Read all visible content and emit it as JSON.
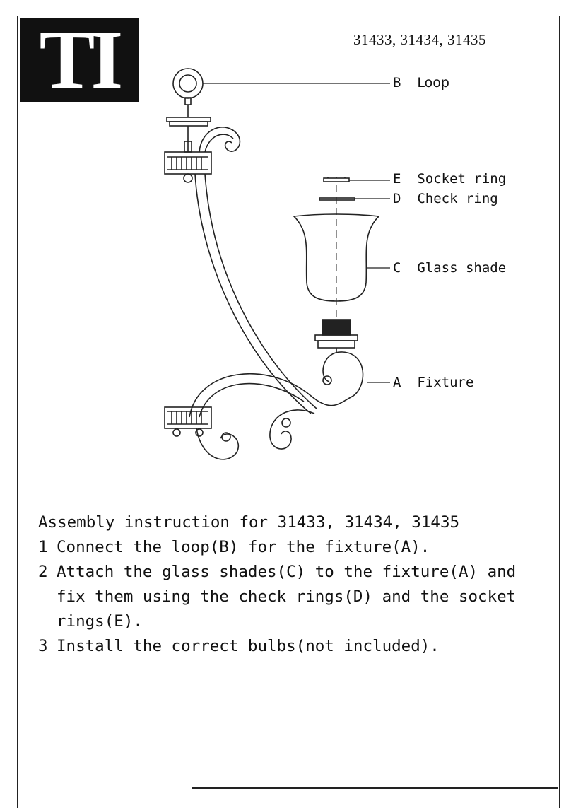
{
  "logo": {
    "text": "TI"
  },
  "models": "31433, 31434, 31435",
  "labels": {
    "b": {
      "letter": "B",
      "name": "Loop"
    },
    "e": {
      "letter": "E",
      "name": "Socket ring"
    },
    "d": {
      "letter": "D",
      "name": "Check ring"
    },
    "c": {
      "letter": "C",
      "name": "Glass shade"
    },
    "a": {
      "letter": "A",
      "name": "Fixture"
    }
  },
  "instructions": {
    "title": "Assembly instruction for 31433, 31434, 31435",
    "steps": [
      {
        "num": "1",
        "text": "Connect the loop(B) for the fixture(A)."
      },
      {
        "num": "2",
        "text": "Attach the glass shades(C) to the fixture(A) and fix them using the check rings(D) and the socket rings(E)."
      },
      {
        "num": "3",
        "text": "Install the correct bulbs(not included)."
      }
    ]
  }
}
